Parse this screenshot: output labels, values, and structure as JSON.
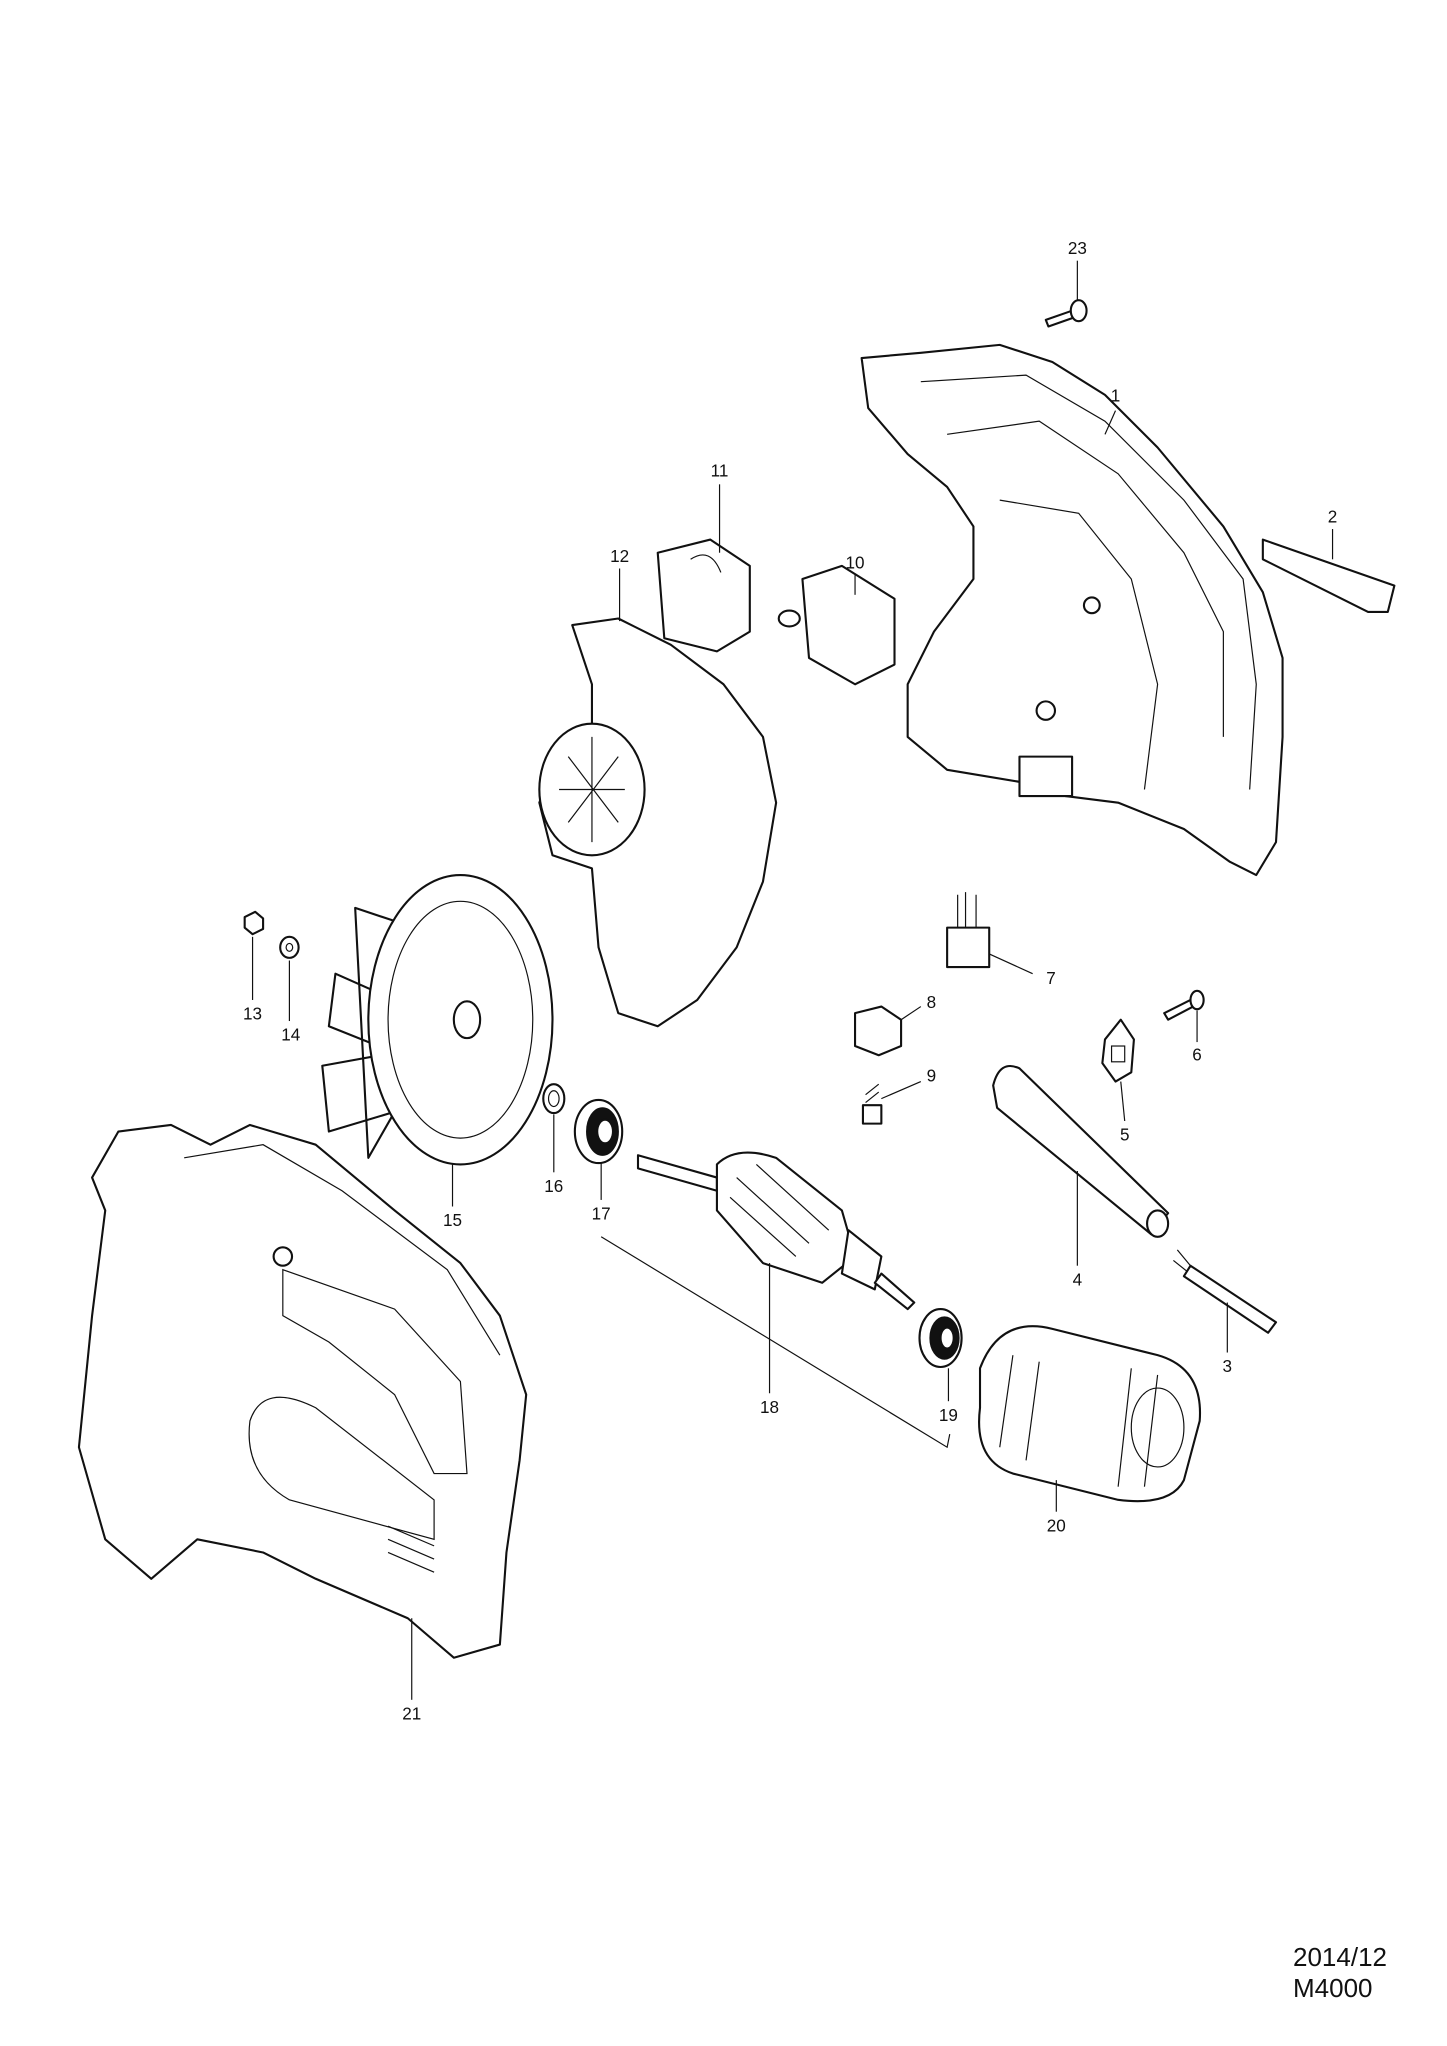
{
  "diagram": {
    "parts": [
      {
        "key": "p1",
        "number": "1"
      },
      {
        "key": "p2",
        "number": "2"
      },
      {
        "key": "p3",
        "number": "3"
      },
      {
        "key": "p4",
        "number": "4"
      },
      {
        "key": "p5",
        "number": "5"
      },
      {
        "key": "p6",
        "number": "6"
      },
      {
        "key": "p7",
        "number": "7"
      },
      {
        "key": "p8",
        "number": "8"
      },
      {
        "key": "p9",
        "number": "9"
      },
      {
        "key": "p10",
        "number": "10"
      },
      {
        "key": "p11",
        "number": "11"
      },
      {
        "key": "p12",
        "number": "12"
      },
      {
        "key": "p13",
        "number": "13"
      },
      {
        "key": "p14",
        "number": "14"
      },
      {
        "key": "p15",
        "number": "15"
      },
      {
        "key": "p16",
        "number": "16"
      },
      {
        "key": "p17",
        "number": "17"
      },
      {
        "key": "p18",
        "number": "18"
      },
      {
        "key": "p19",
        "number": "19"
      },
      {
        "key": "p20",
        "number": "20"
      },
      {
        "key": "p21",
        "number": "21"
      },
      {
        "key": "p23",
        "number": "23"
      }
    ]
  },
  "footer": {
    "date": "2014/12",
    "model": "M4000"
  }
}
